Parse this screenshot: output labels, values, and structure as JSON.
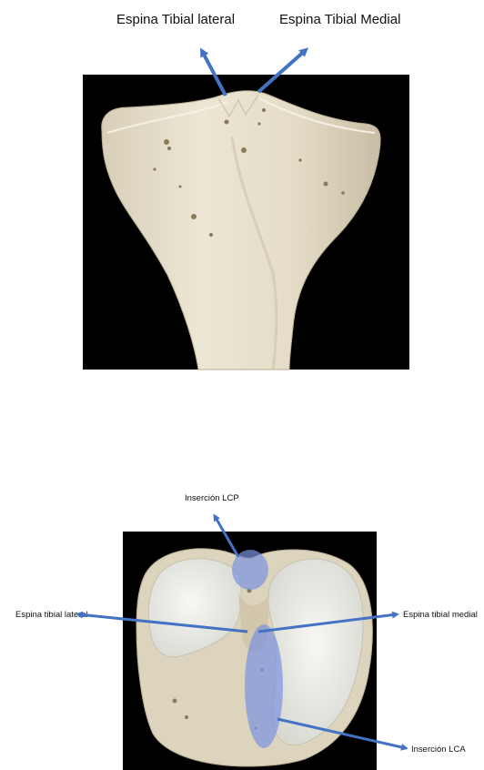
{
  "top_figure": {
    "labels": {
      "lateral_spine": "Espina Tibial lateral",
      "medial_spine": "Espina Tibial Medial"
    }
  },
  "bottom_figure": {
    "labels": {
      "lcp_insertion": "Inserción LCP",
      "lateral_spine": "Espina tibial lateral",
      "medial_spine": "Espina tibial medial",
      "lca_insertion": "Inserción LCA"
    }
  },
  "colors": {
    "arrow": "#4472c4",
    "bone": "#e6dfcc",
    "cartilage": "#eeeeea",
    "background_photo": "#000000",
    "insertion_overlay": "#7b93e0"
  }
}
